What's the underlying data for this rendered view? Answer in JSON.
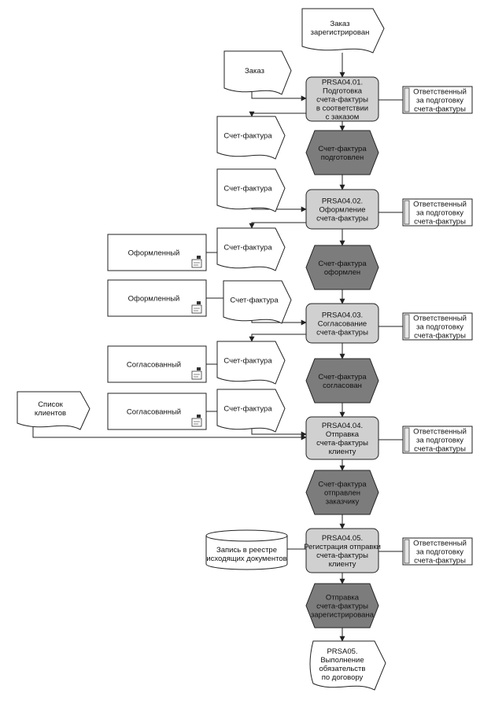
{
  "start": {
    "label": [
      "Заказ",
      "зарегистрирован"
    ]
  },
  "end": {
    "label": [
      "PRSA05.",
      "Выполнение",
      "обязательств",
      "по договору"
    ]
  },
  "functions": [
    {
      "label": [
        "PRSA04.01.",
        "Подготовка",
        "счета-фактуры",
        "в соответствии",
        "с заказом"
      ]
    },
    {
      "label": [
        "PRSA04.02.",
        "Оформление",
        "счета-фактуры"
      ]
    },
    {
      "label": [
        "PRSA04.03.",
        "Согласование",
        "счета-фактуры"
      ]
    },
    {
      "label": [
        "PRSA04.04.",
        "Отправка",
        "счета-фактуры",
        "клиенту"
      ]
    },
    {
      "label": [
        "PRSA04.05.",
        "Регистрация отправки",
        "счета-фактуры",
        "клиенту"
      ]
    }
  ],
  "events": [
    {
      "label": [
        "Счет-фактура",
        "подготовлен"
      ]
    },
    {
      "label": [
        "Счет-фактура",
        "оформлен"
      ]
    },
    {
      "label": [
        "Счет-фактура",
        "согласован"
      ]
    },
    {
      "label": [
        "Счет-фактура",
        "отправлен",
        "заказчику"
      ]
    },
    {
      "label": [
        "Отправка",
        "счета-фактуры",
        "зарегистрирована"
      ]
    }
  ],
  "roles": [
    {
      "label": [
        "Ответственный",
        "за подготовку",
        "счета-фактуры"
      ]
    },
    {
      "label": [
        "Ответственный",
        "за подготовку",
        "счета-фактуры"
      ]
    },
    {
      "label": [
        "Ответственный",
        "за подготовку",
        "счета-фактуры"
      ]
    },
    {
      "label": [
        "Ответственный",
        "за подготовку",
        "счета-фактуры"
      ]
    },
    {
      "label": [
        "Ответственный",
        "за подготовку",
        "счета-фактуры"
      ]
    }
  ],
  "documents": [
    {
      "label": [
        "Заказ"
      ]
    },
    {
      "label": [
        "Счет-фактура"
      ]
    },
    {
      "label": [
        "Счет-фактура"
      ]
    },
    {
      "label": [
        "Счет-фактура"
      ]
    },
    {
      "label": [
        "Счет-фактура"
      ]
    },
    {
      "label": [
        "Счет-фактура"
      ]
    },
    {
      "label": [
        "Счет-фактура"
      ]
    },
    {
      "label": [
        "Список",
        "клиентов"
      ]
    }
  ],
  "statuses": [
    {
      "label": "Оформленный"
    },
    {
      "label": "Оформленный"
    },
    {
      "label": "Согласованный"
    },
    {
      "label": "Согласованный"
    }
  ],
  "database": {
    "label": [
      "Запись в реестре",
      "исходящих документов"
    ]
  }
}
